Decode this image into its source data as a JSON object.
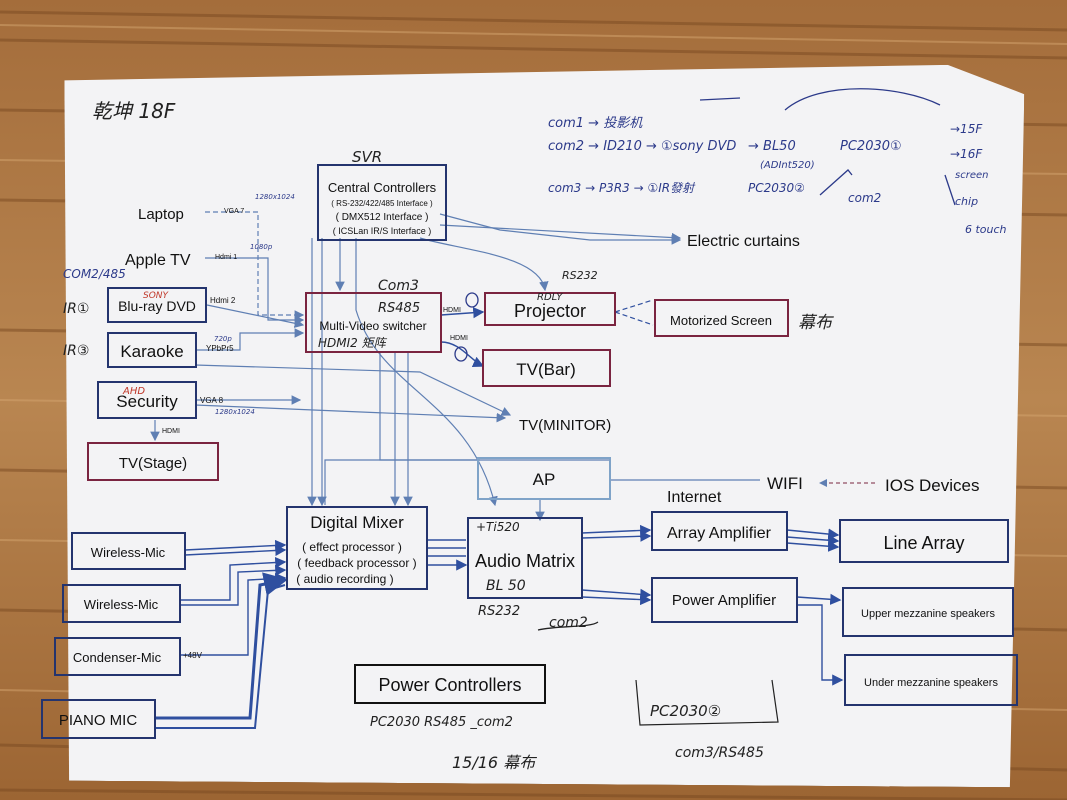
{
  "title_handwritten": "乾坤 18F",
  "boxes": {
    "central": {
      "line1": "Central Controllers",
      "line2": "( RS-232/422/485 Interface )",
      "line3": "( DMX512 Interface )",
      "line4": "( ICSLan IR/S Interface )"
    },
    "bluray": "Blu-ray DVD",
    "karaoke": "Karaoke",
    "security": "Security",
    "tv_stage": "TV(Stage)",
    "switcher": "Multi-Video switcher",
    "projector": "Projector",
    "motorized": "Motorized Screen",
    "tv_bar": "TV(Bar)",
    "ap": "AP",
    "mixer": {
      "title": "Digital Mixer",
      "l1": "( effect processor )",
      "l2": "( feedback processor )",
      "l3": "( audio recording )"
    },
    "matrix": "Audio Matrix",
    "array_amp": "Array Amplifier",
    "line_array": "Line Array",
    "power_amp": "Power Amplifier",
    "upper": "Upper mezzanine speakers",
    "under": "Under mezzanine speakers",
    "wmic1": "Wireless-Mic",
    "wmic2": "Wireless-Mic",
    "cmic": "Condenser-Mic",
    "piano": "PIANO MIC",
    "power_ctrl": "Power Controllers"
  },
  "labels": {
    "laptop": "Laptop",
    "apple_tv": "Apple TV",
    "electric_curtains": "Electric curtains",
    "tv_minitor": "TV(MINITOR)",
    "wifi": "WIFI",
    "ios": "IOS Devices",
    "internet": "Internet",
    "vga7": "VGA 7",
    "hdmi1": "Hdmi 1",
    "hdmi2": "Hdmi 2",
    "ypbpr5": "YPbPr5",
    "vga8": "VGA 8",
    "hdmi_a": "HDMI",
    "hdmi_b": "HDMI",
    "hdmi_c": "HDMI",
    "v48": "+48V"
  },
  "handwriting": {
    "svr": "SVR",
    "com3": "Com3",
    "rs485": "RS485",
    "hdmi_matrix": "HDMI2 矩阵",
    "rs232_top": "RS232",
    "rdly": "RDLY",
    "mufu_right": "幕布",
    "com2_485": "COM2/485",
    "ir1": "IR①",
    "ir3": "IR③",
    "sony": "SONY",
    "ahd": "AHD",
    "res1": "1280x1024",
    "res2": "1080p",
    "res3": "720p",
    "res4": "1280x1024",
    "matrix_top": "+Ti520",
    "matrix_bot": "BL 50",
    "rs232_bot": "RS232",
    "com2_bot": "com2",
    "pc2030": "PC2030 RS485 _com2",
    "mufu_bottom": "15/16 幕布",
    "pc2030_2": "PC2030②",
    "com3_rs485": "com3/RS485",
    "n1": "com1 → 投影机",
    "n2": "com2 → ID210 → ①sony DVD",
    "n3": "→ BL50",
    "n4": "(ADInt520)",
    "n5": "PC2030①",
    "n6": "→15F",
    "n7": "→16F",
    "n8": "com3 → P3R3 → ①IR發射",
    "n9": "PC2030②",
    "n10": "com2",
    "n11": "screen",
    "n12": "chip",
    "n13": "6 touch"
  }
}
